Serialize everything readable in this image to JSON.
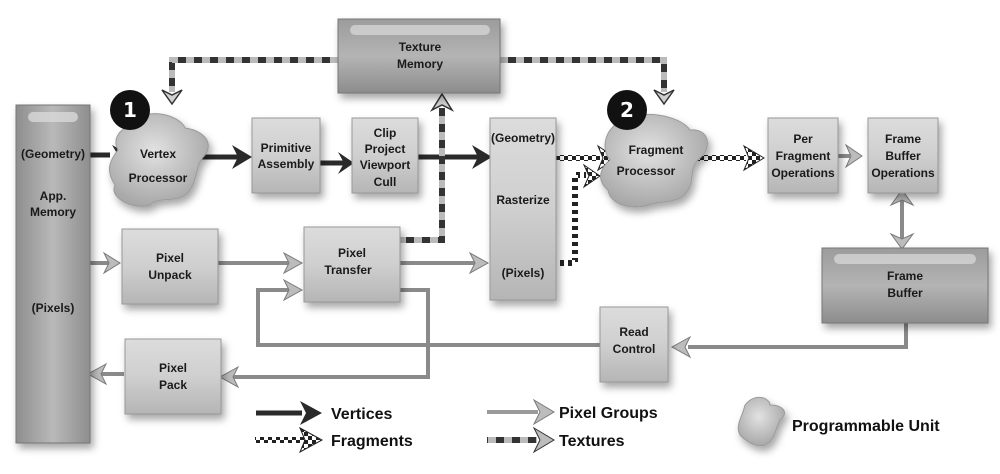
{
  "diagram": {
    "title": "OpenGL Programmable Pipeline",
    "nodes": {
      "app_memory": {
        "geometry": "(Geometry)",
        "line1": "App.",
        "line2": "Memory",
        "pixels": "(Pixels)"
      },
      "vertex_processor": {
        "line1": "Vertex",
        "line2": "Processor",
        "badge": "1"
      },
      "primitive_assembly": {
        "line1": "Primitive",
        "line2": "Assembly"
      },
      "clip": {
        "line1": "Clip",
        "line2": "Project",
        "line3": "Viewport",
        "line4": "Cull"
      },
      "texture_memory": {
        "line1": "Texture",
        "line2": "Memory"
      },
      "rasterize": {
        "geometry": "(Geometry)",
        "label": "Rasterize",
        "pixels": "(Pixels)"
      },
      "fragment_processor": {
        "line1": "Fragment",
        "line2": "Processor",
        "badge": "2"
      },
      "per_fragment": {
        "line1": "Per",
        "line2": "Fragment",
        "line3": "Operations"
      },
      "frame_buffer_ops": {
        "line1": "Frame",
        "line2": "Buffer",
        "line3": "Operations"
      },
      "frame_buffer": {
        "line1": "Frame",
        "line2": "Buffer"
      },
      "pixel_unpack": {
        "line1": "Pixel",
        "line2": "Unpack"
      },
      "pixel_transfer": {
        "line1": "Pixel",
        "line2": "Transfer"
      },
      "read_control": {
        "line1": "Read",
        "line2": "Control"
      },
      "pixel_pack": {
        "line1": "Pixel",
        "line2": "Pack"
      }
    },
    "legend": {
      "vertices": "Vertices",
      "fragments": "Fragments",
      "pixel_groups": "Pixel Groups",
      "textures": "Textures",
      "programmable_unit": "Programmable Unit"
    },
    "colors": {
      "vertex_arrow": "#2a2a2a",
      "pixel_arrow": "#9a9a9a",
      "box_fill": "#c8c8c8",
      "badge": "#111111"
    }
  }
}
